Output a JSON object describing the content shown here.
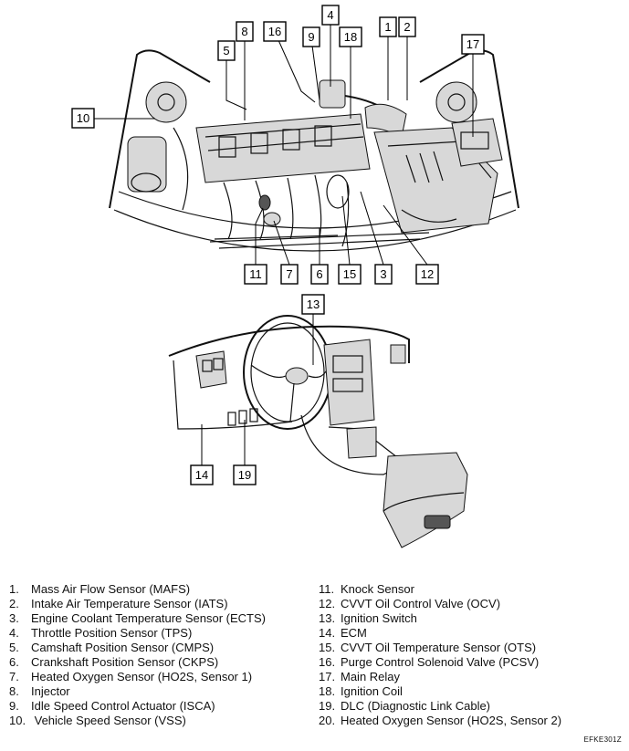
{
  "callouts": [
    "1",
    "2",
    "3",
    "4",
    "5",
    "6",
    "7",
    "8",
    "9",
    "10",
    "11",
    "12",
    "13",
    "14",
    "15",
    "16",
    "17",
    "18",
    "19"
  ],
  "legend": {
    "left": [
      {
        "num": "1.",
        "label": "Mass Air Flow Sensor (MAFS)"
      },
      {
        "num": "2.",
        "label": "Intake Air Temperature Sensor (IATS)"
      },
      {
        "num": "3.",
        "label": "Engine Coolant Temperature Sensor (ECTS)"
      },
      {
        "num": "4.",
        "label": "Throttle Position Sensor (TPS)"
      },
      {
        "num": "5.",
        "label": "Camshaft Position Sensor (CMPS)"
      },
      {
        "num": "6.",
        "label": "Crankshaft Position Sensor (CKPS)"
      },
      {
        "num": "7.",
        "label": "Heated Oxygen Sensor (HO2S, Sensor 1)"
      },
      {
        "num": "8.",
        "label": "Injector"
      },
      {
        "num": "9.",
        "label": "Idle Speed Control Actuator (ISCA)"
      },
      {
        "num": "10.",
        "label": " Vehicle Speed Sensor (VSS)"
      }
    ],
    "right": [
      {
        "num": "11.",
        "label": "Knock Sensor"
      },
      {
        "num": "12.",
        "label": "CVVT Oil Control Valve (OCV)"
      },
      {
        "num": "13.",
        "label": "Ignition Switch"
      },
      {
        "num": "14.",
        "label": "ECM"
      },
      {
        "num": "15.",
        "label": "CVVT Oil Temperature Sensor (OTS)"
      },
      {
        "num": "16.",
        "label": "Purge Control Solenoid Valve (PCSV)"
      },
      {
        "num": "17.",
        "label": "Main Relay"
      },
      {
        "num": "18.",
        "label": "Ignition Coil"
      },
      {
        "num": "19.",
        "label": "DLC (Diagnostic Link Cable)"
      },
      {
        "num": "20.",
        "label": "Heated Oxygen Sensor (HO2S, Sensor 2)"
      }
    ]
  },
  "figure_code": "EFKE301Z"
}
